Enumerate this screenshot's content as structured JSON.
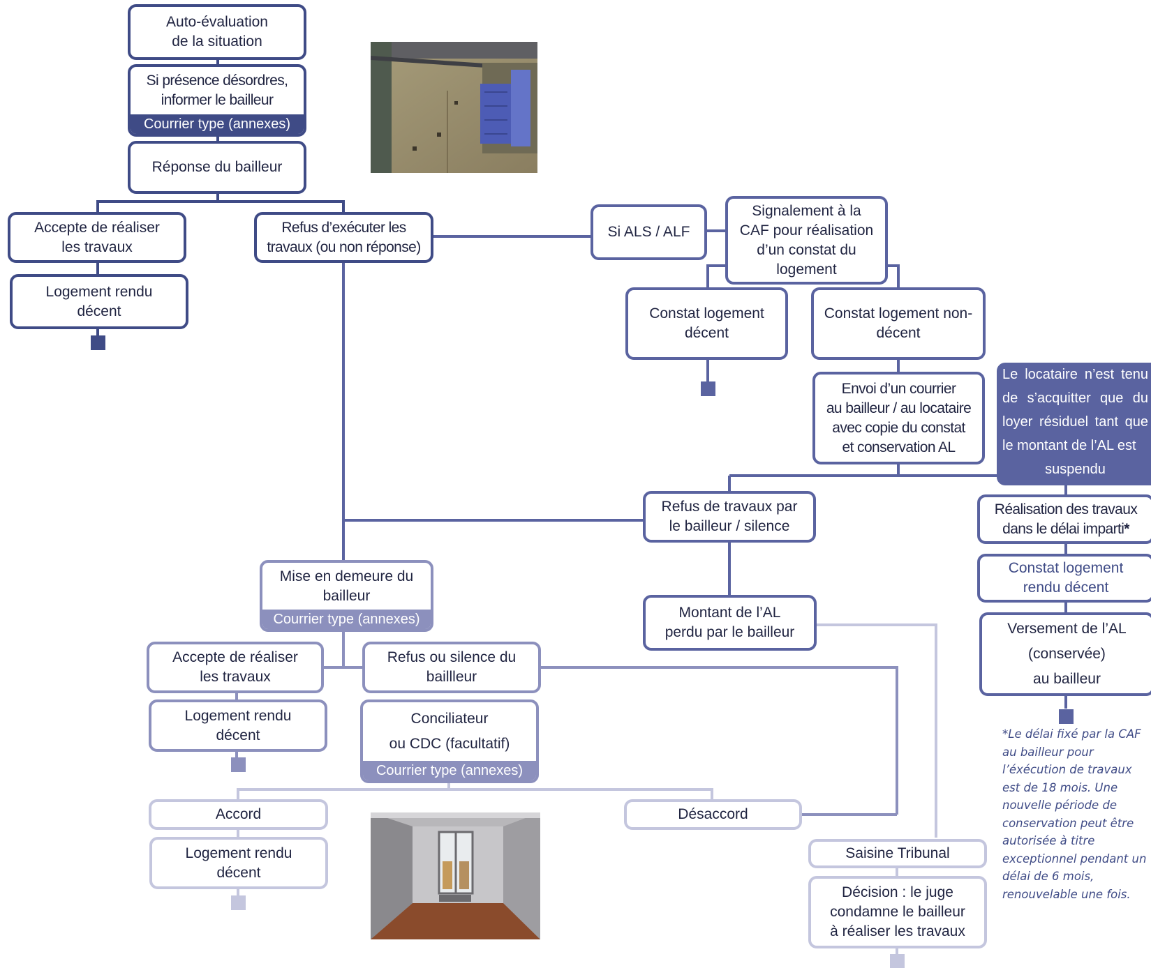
{
  "nodes": {
    "auto_evaluation": "Auto-évaluation\nde la situation",
    "si_presence": "Si présence désordres,\ninformer le bailleur",
    "courrier_type_1": "Courrier type (annexes)",
    "reponse_bailleur": "Réponse du bailleur",
    "accepte_1": "Accepte de réaliser\nles travaux",
    "logement_decent_1": "Logement rendu\ndécent",
    "refus_executer": "Refus d’exécuter les\ntravaux (ou non réponse)",
    "si_als_alf": "Si ALS / ALF",
    "signalement_caf": "Signalement à la\nCAF pour réalisation\nd’un constat du\nlogement",
    "constat_decent": "Constat logement\ndécent",
    "constat_non_decent": "Constat logement non-\ndécent",
    "envoi_courrier": "Envoi d’un courrier\nau bailleur / au locataire\navec copie du constat\net conservation AL",
    "locataire_note": "Le locataire n’est tenu de s’acquitter que du loyer résiduel tant que le montant de l’AL est",
    "locataire_note_last": "suspendu",
    "refus_travaux_silence": "Refus de travaux par\nle bailleur / silence",
    "realisation_travaux": "Réalisation des travaux\ndans le délai imparti",
    "asterisk": "*",
    "constat_rendu_decent": "Constat logement\nrendu décent",
    "versement_al": "Versement de l’AL\n(conservée)\nau bailleur",
    "montant_al_perdu": "Montant de l’AL\nperdu par le bailleur",
    "mise_en_demeure": "Mise en demeure du\nbailleur",
    "courrier_type_2": "Courrier type (annexes)",
    "accepte_2": "Accepte de réaliser\nles travaux",
    "refus_silence": "Refus ou silence du\nbaillleur",
    "logement_decent_2": "Logement rendu\ndécent",
    "conciliateur": "Conciliateur\nou CDC (facultatif)",
    "courrier_type_3": "Courrier type (annexes)",
    "accord": "Accord",
    "desaccord": "Désaccord",
    "logement_decent_3": "Logement rendu\ndécent",
    "saisine_tribunal": "Saisine Tribunal",
    "decision_juge": "Décision : le juge\ncondamne le bailleur\nà réaliser les travaux"
  },
  "footnote": "*Le délai fixé par la CAF au bailleur pour l’éxécution de travaux est de 18 mois. Une nouvelle période de conservation peut être autorisée à titre exceptionnel pendant un délai de 6 mois, renouvelable une fois.",
  "colors": {
    "level1": "#3f4b86",
    "level2": "#5a63a0",
    "level3": "#8c90bd",
    "level4": "#c4c6de"
  },
  "photos": [
    "house-facade-with-blue-shutter",
    "empty-room-with-window"
  ]
}
